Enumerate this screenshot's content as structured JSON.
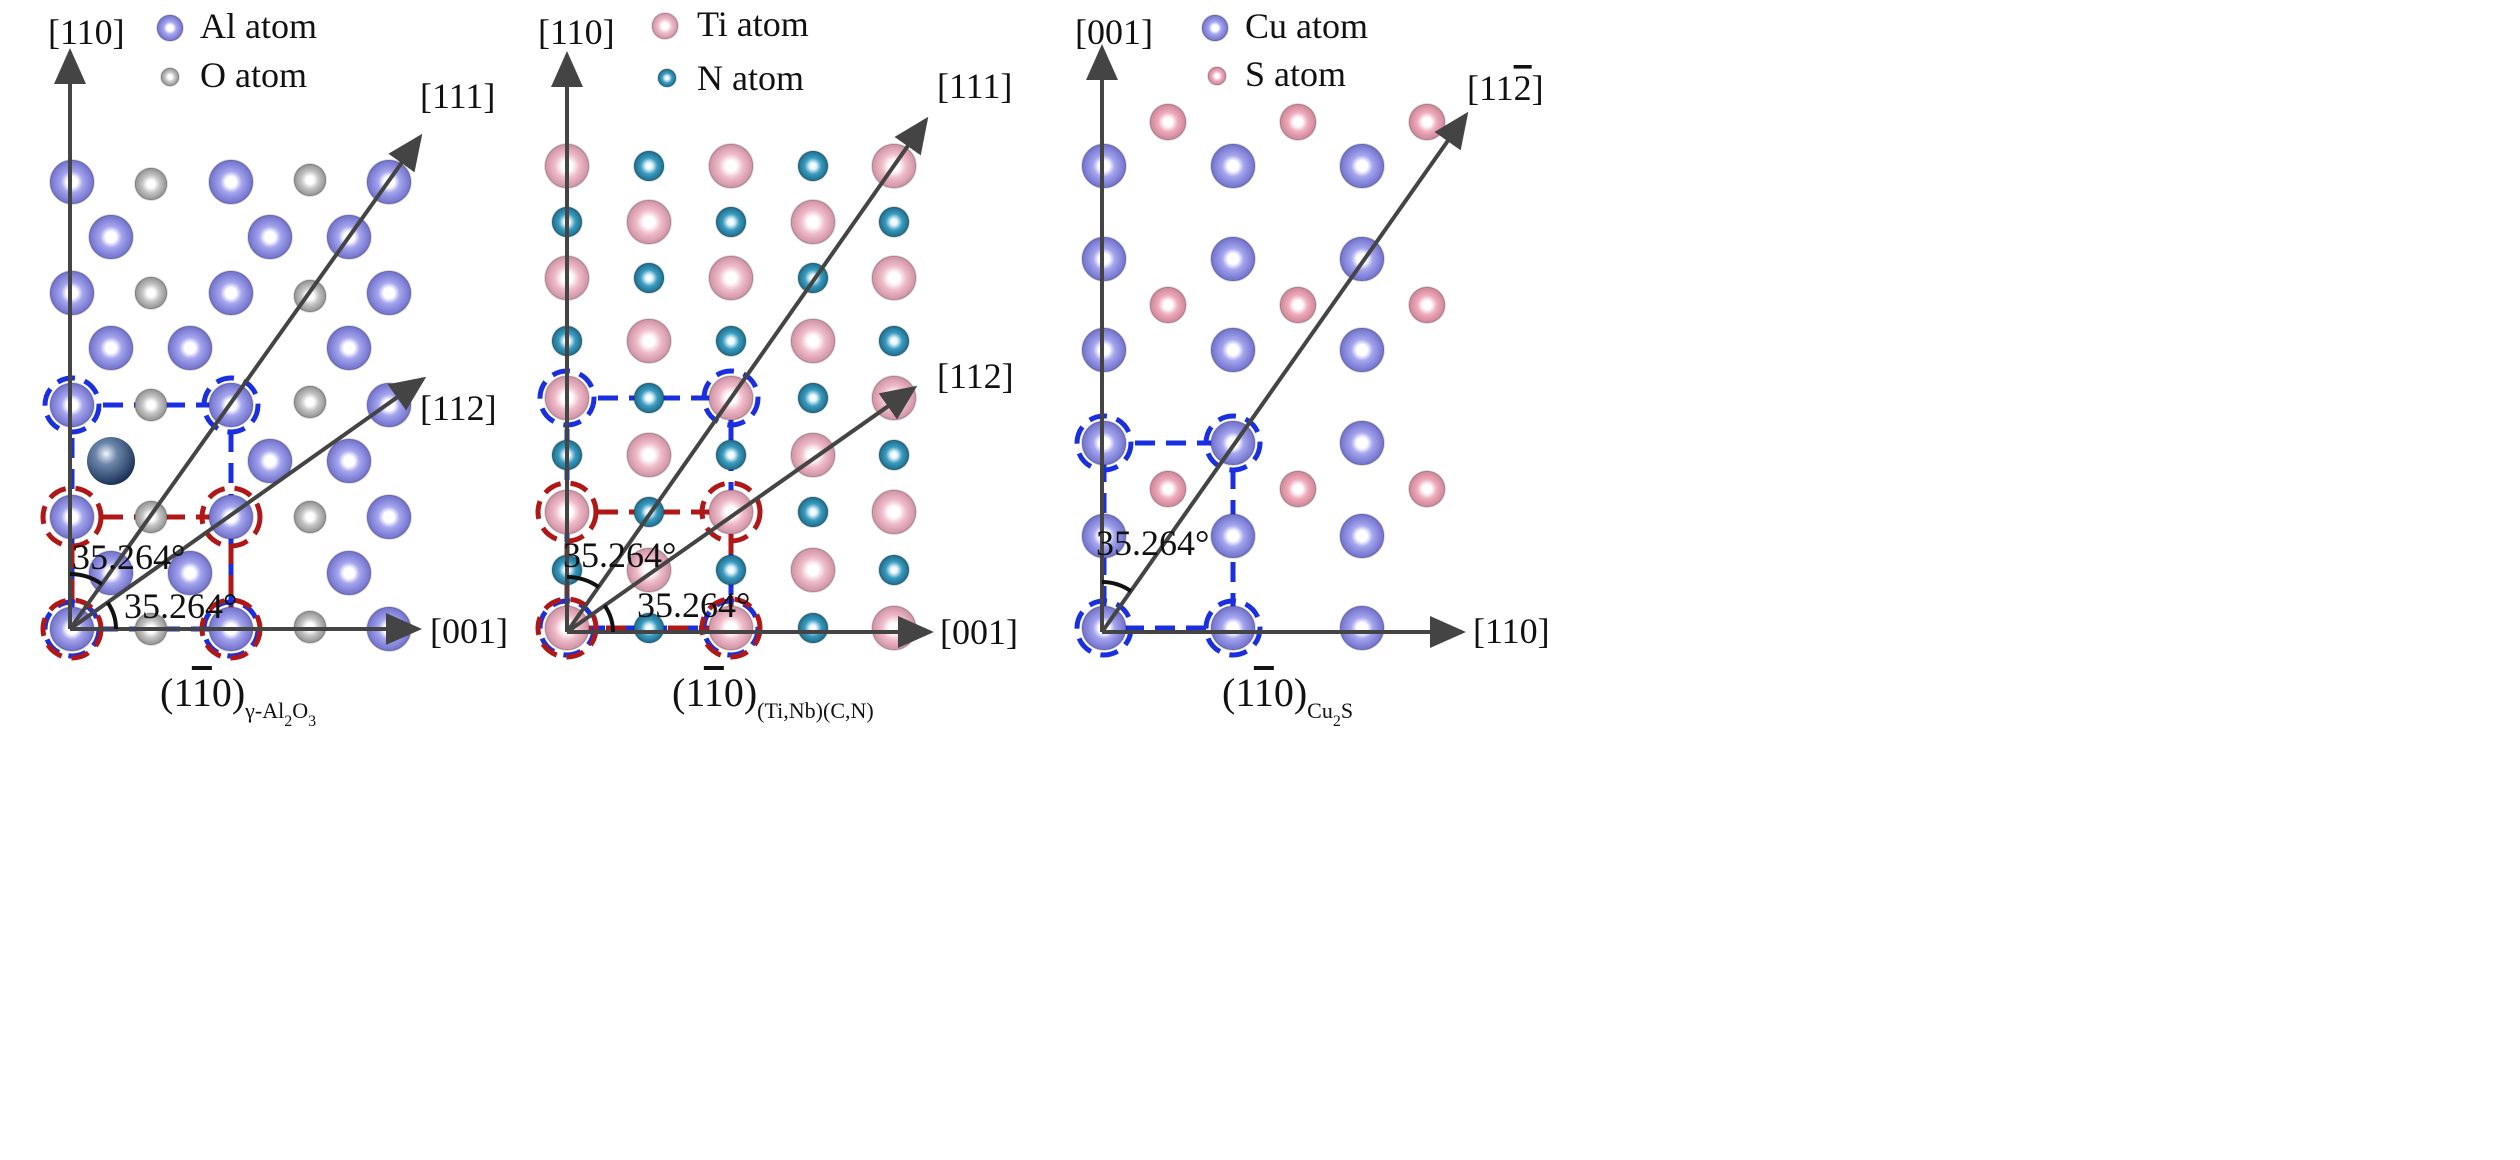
{
  "colors": {
    "al": "#8f8fe0",
    "o": "#b8b8b8",
    "ti": "#e8aabb",
    "n": "#2e8fb0",
    "cu": "#8f8fe0",
    "s": "#e8a0b0",
    "axis": "#444444",
    "dash_blue": "#1a2fe0",
    "dash_red": "#b01818"
  },
  "panels": [
    {
      "id": "al2o3",
      "legend": [
        {
          "label": "Al atom",
          "element": "al"
        },
        {
          "label": "O atom",
          "element": "o"
        }
      ],
      "axes": {
        "vertical": "[110]",
        "horizontal": "[001]",
        "diag1": "[111]",
        "diag2": "[112]"
      },
      "angles": [
        "35.264°",
        "35.264°"
      ],
      "title": {
        "prefix": "(1",
        "bar": "1",
        "mid": "0)",
        "sub": "γ-Al",
        "sub2": "2",
        "sub3": "O",
        "sub4": "3"
      }
    },
    {
      "id": "tinbcn",
      "legend": [
        {
          "label": "Ti atom",
          "element": "ti"
        },
        {
          "label": "N atom",
          "element": "n"
        }
      ],
      "axes": {
        "vertical": "[110]",
        "horizontal": "[001]",
        "diag1": "[111]",
        "diag2": "[112]"
      },
      "angles": [
        "35.264°",
        "35.264°"
      ],
      "title": {
        "prefix": "(1",
        "bar": "1",
        "mid": "0)",
        "sub": "(Ti,Nb)(C,N)"
      }
    },
    {
      "id": "cu2s",
      "legend": [
        {
          "label": "Cu atom",
          "element": "cu"
        },
        {
          "label": "S atom",
          "element": "s"
        }
      ],
      "axes": {
        "vertical": "[001]",
        "horizontal": "[110]",
        "diag1_pre": "[11",
        "diag1_bar": "2",
        "diag1_post": "]"
      },
      "angles": [
        "35.264°"
      ],
      "title": {
        "prefix": "(1",
        "bar": "1",
        "mid": "0)",
        "sub": "Cu",
        "sub2": "2",
        "sub3": "S"
      }
    }
  ]
}
